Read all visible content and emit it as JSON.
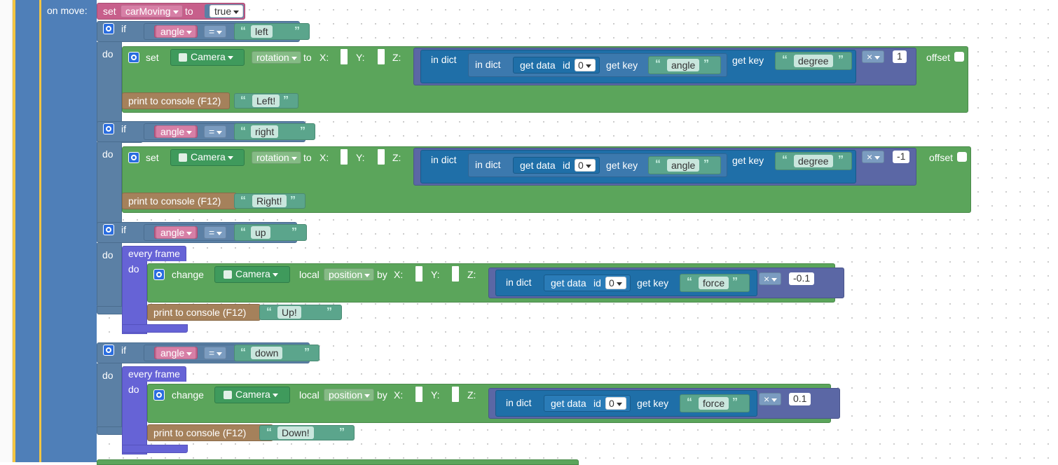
{
  "event": {
    "label": "on move:"
  },
  "set_var": {
    "set": "set",
    "var": "carMoving",
    "to": "to",
    "value": "true"
  },
  "common": {
    "if": "if",
    "do": "do",
    "eq": "=",
    "angle_var": "angle",
    "set": "set",
    "camera": "Camera",
    "rotation": "rotation",
    "to": "to",
    "x": "X:",
    "y": "Y:",
    "z": "Z:",
    "in_dict": "in dict",
    "get_data": "get data",
    "id": "id",
    "id_value": "0",
    "get_key": "get key",
    "key_angle": "angle",
    "key_degree": "degree",
    "key_force": "force",
    "mul": "×",
    "offset": "offset",
    "print": "print to console (F12)",
    "every_frame": "every frame",
    "change": "change",
    "local": "local",
    "position": "position",
    "by": "by"
  },
  "blocks": [
    {
      "cond": "left",
      "mult": "1",
      "message": "Left!"
    },
    {
      "cond": "right",
      "mult": "-1",
      "message": "Right!"
    },
    {
      "cond": "up",
      "mult": "-0.1",
      "message": "Up!"
    },
    {
      "cond": "down",
      "mult": "0.1",
      "message": "Down!"
    }
  ],
  "icons": {
    "gear": "gear-icon",
    "camera": "cube-icon"
  },
  "colors": {
    "logic": "#5b80a5",
    "action": "#5ba55b",
    "variable": "#c75f8b",
    "text": "#5ba58c",
    "console": "#a5815b",
    "loop": "#6663d6",
    "math": "#5b67a5",
    "dict": "#1f6fa8"
  }
}
